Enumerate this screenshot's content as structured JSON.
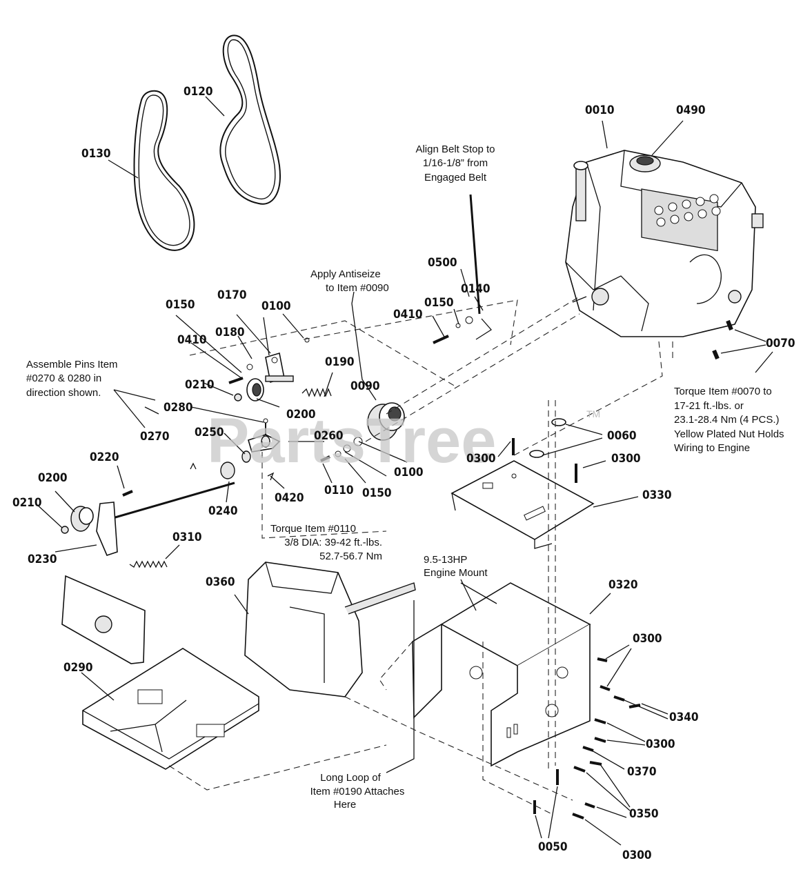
{
  "watermark": {
    "text": "PartsTree",
    "mark": "TM"
  },
  "notes": {
    "belt_stop": [
      "Align Belt Stop to",
      "1/16-1/8” from",
      "Engaged Belt"
    ],
    "antiseize": [
      "Apply Antiseize",
      "to Item #0090"
    ],
    "assemble_pins": [
      "Assemble Pins Item",
      "#0270 & 0280 in",
      "direction shown."
    ],
    "torque_0070": [
      "Torque Item #0070 to",
      "17-21 ft.-lbs. or",
      "23.1-28.4 Nm (4 PCS.)",
      "Yellow Plated Nut Holds",
      "Wiring to Engine"
    ],
    "torque_0110": [
      "Torque Item #0110",
      "3/8 DIA: 39-42 ft.-lbs.",
      "52.7-56.7 Nm"
    ],
    "engine_mount": [
      "9.5-13HP",
      "Engine Mount"
    ],
    "long_loop": [
      "Long Loop of",
      "Item #0190 Attaches",
      "Here"
    ]
  },
  "part_labels": {
    "p0010": "0010",
    "p0490": "0490",
    "p0120": "0120",
    "p0130": "0130",
    "p0500": "0500",
    "p0140": "0140",
    "p0410a": "0410",
    "p0150a": "0150",
    "p0150b": "0150",
    "p0170": "0170",
    "p0100a": "0100",
    "p0410b": "0410",
    "p0180": "0180",
    "p0190": "0190",
    "p0090": "0090",
    "p0070": "0070",
    "p0210a": "0210",
    "p0200a": "0200",
    "p0280": "0280",
    "p0260": "0260",
    "p0250": "0250",
    "p0270": "0270",
    "p0060": "0060",
    "p0300a": "0300",
    "p0300b": "0300",
    "p0100b": "0100",
    "p0220": "0220",
    "p0200b": "0200",
    "p0240": "0240",
    "p0420": "0420",
    "p0110": "0110",
    "p0150c": "0150",
    "p0330": "0330",
    "p0210b": "0210",
    "p0230": "0230",
    "p0310": "0310",
    "p0360": "0360",
    "p0320": "0320",
    "p0300c": "0300",
    "p0290": "0290",
    "p0340": "0340",
    "p0300d": "0300",
    "p0370": "0370",
    "p0350": "0350",
    "p0050": "0050",
    "p0300e": "0300"
  }
}
